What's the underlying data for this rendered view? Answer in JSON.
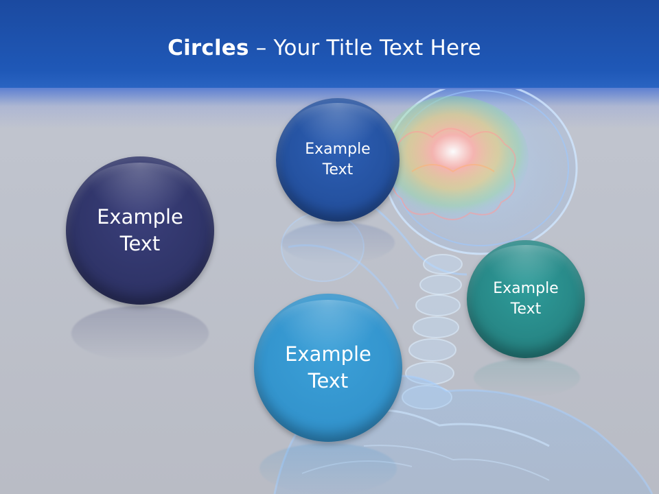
{
  "slide": {
    "title_bold": "Circles",
    "title_rest": " – Your Title Text Here"
  },
  "circles": [
    {
      "line1": "Example",
      "line2": "Text",
      "color": "#2f3468"
    },
    {
      "line1": "Example",
      "line2": "Text",
      "color": "#24519f"
    },
    {
      "line1": "Example",
      "line2": "Text",
      "color": "#278685"
    },
    {
      "line1": "Example",
      "line2": "Text",
      "color": "#3394cd"
    }
  ],
  "colors": {
    "header": "#1f58b7",
    "background": "#c0c4ce"
  }
}
